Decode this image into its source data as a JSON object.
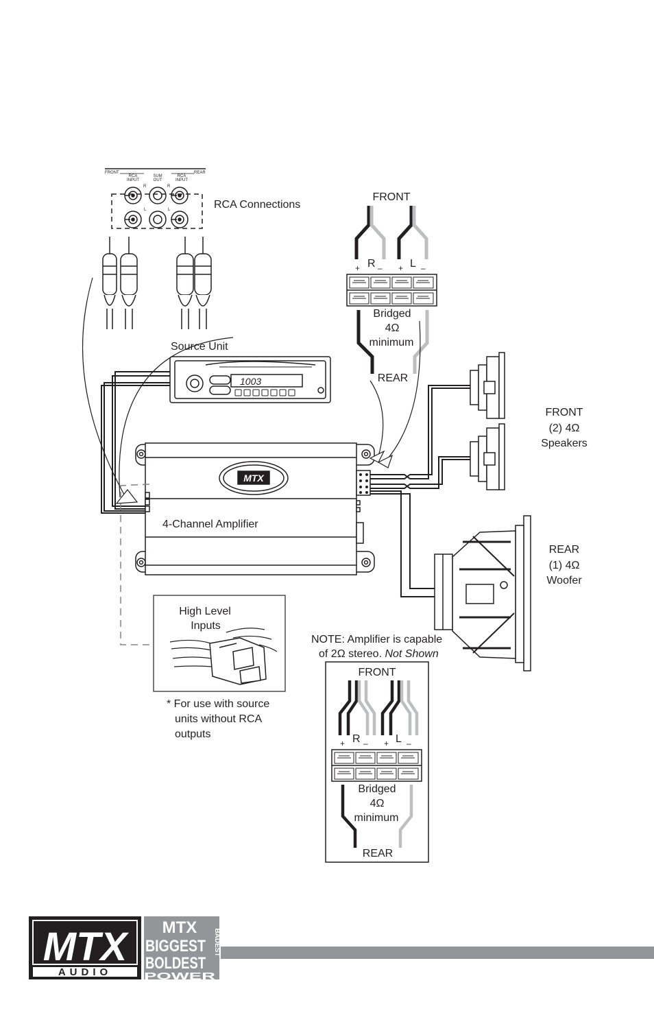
{
  "rca": {
    "title": "RCA Connections",
    "front": "FRONT",
    "rear": "REAR",
    "rca_input": "RCA INPUT",
    "sum_out": "SUM OUT",
    "r": "R",
    "l": "L"
  },
  "terminals_top": {
    "title": "FRONT",
    "plus": "+",
    "minus": "–",
    "r": "R",
    "l": "L",
    "bridged_1": "Bridged",
    "bridged_2": "4Ω",
    "bridged_3": "minimum",
    "rear": "REAR"
  },
  "source_unit": {
    "label": "Source Unit",
    "display": "1003"
  },
  "amplifier": {
    "label": "4-Channel Amplifier"
  },
  "front_speakers": {
    "line1": "FRONT",
    "line2": "(2) 4Ω",
    "line3": "Speakers"
  },
  "rear_woofer": {
    "line1": "REAR",
    "line2": "(1) 4Ω",
    "line3": "Woofer"
  },
  "high_level": {
    "line1": "High Level",
    "line2": "Inputs",
    "foot1": "* For use with source",
    "foot2": "units without RCA",
    "foot3": "outputs"
  },
  "note": {
    "line1": "NOTE: Amplifier is capable",
    "line2a": "of 2Ω stereo. ",
    "line2b": "Not Shown"
  },
  "terminals_bottom": {
    "title": "FRONT",
    "plus": "+",
    "minus": "–",
    "r": "R",
    "l": "L",
    "bridged_1": "Bridged",
    "bridged_2": "4Ω",
    "bridged_3": "minimum",
    "rear": "REAR"
  },
  "logo": {
    "brand": "MTX",
    "audio": "AUDIO",
    "mtx": "MTX",
    "biggest": "BIGGEST",
    "boldest": "BOLDEST",
    "badest": "BADEST",
    "power": "POWER"
  },
  "colors": {
    "ink": "#231f20",
    "gray_wire": "#bcbec0",
    "footer_bar": "#939598"
  }
}
